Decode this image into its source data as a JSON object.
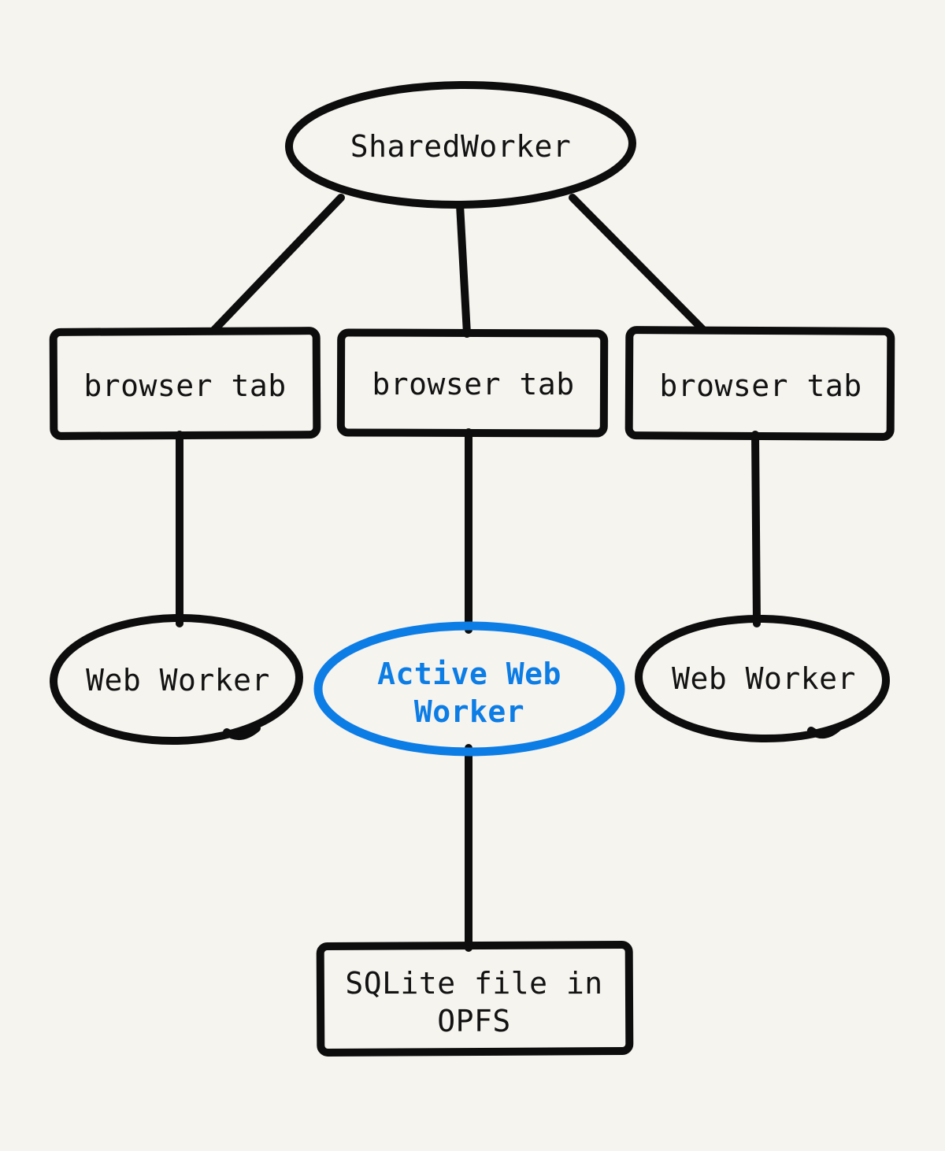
{
  "diagram": {
    "colors": {
      "background": "#f6f4ef",
      "stroke": "#0d0d0d",
      "accent_blue": "#0d7de6"
    },
    "nodes": {
      "shared_worker": {
        "label": "SharedWorker",
        "shape": "ellipse"
      },
      "tab_left": {
        "label": "browser tab",
        "shape": "rectangle"
      },
      "tab_center": {
        "label": "browser tab",
        "shape": "rectangle"
      },
      "tab_right": {
        "label": "browser tab",
        "shape": "rectangle"
      },
      "worker_left": {
        "label": "Web Worker",
        "shape": "ellipse"
      },
      "worker_active": {
        "label": "Active Web Worker",
        "shape": "ellipse",
        "accent": "#0d7de6"
      },
      "worker_right": {
        "label": "Web Worker",
        "shape": "ellipse"
      },
      "sqlite": {
        "label": "SQLite file in OPFS",
        "shape": "rectangle"
      }
    },
    "edges": [
      {
        "from": "shared_worker",
        "to": "tab_left"
      },
      {
        "from": "shared_worker",
        "to": "tab_center"
      },
      {
        "from": "shared_worker",
        "to": "tab_right"
      },
      {
        "from": "tab_left",
        "to": "worker_left"
      },
      {
        "from": "tab_center",
        "to": "worker_active"
      },
      {
        "from": "tab_right",
        "to": "worker_right"
      },
      {
        "from": "worker_active",
        "to": "sqlite"
      }
    ]
  }
}
